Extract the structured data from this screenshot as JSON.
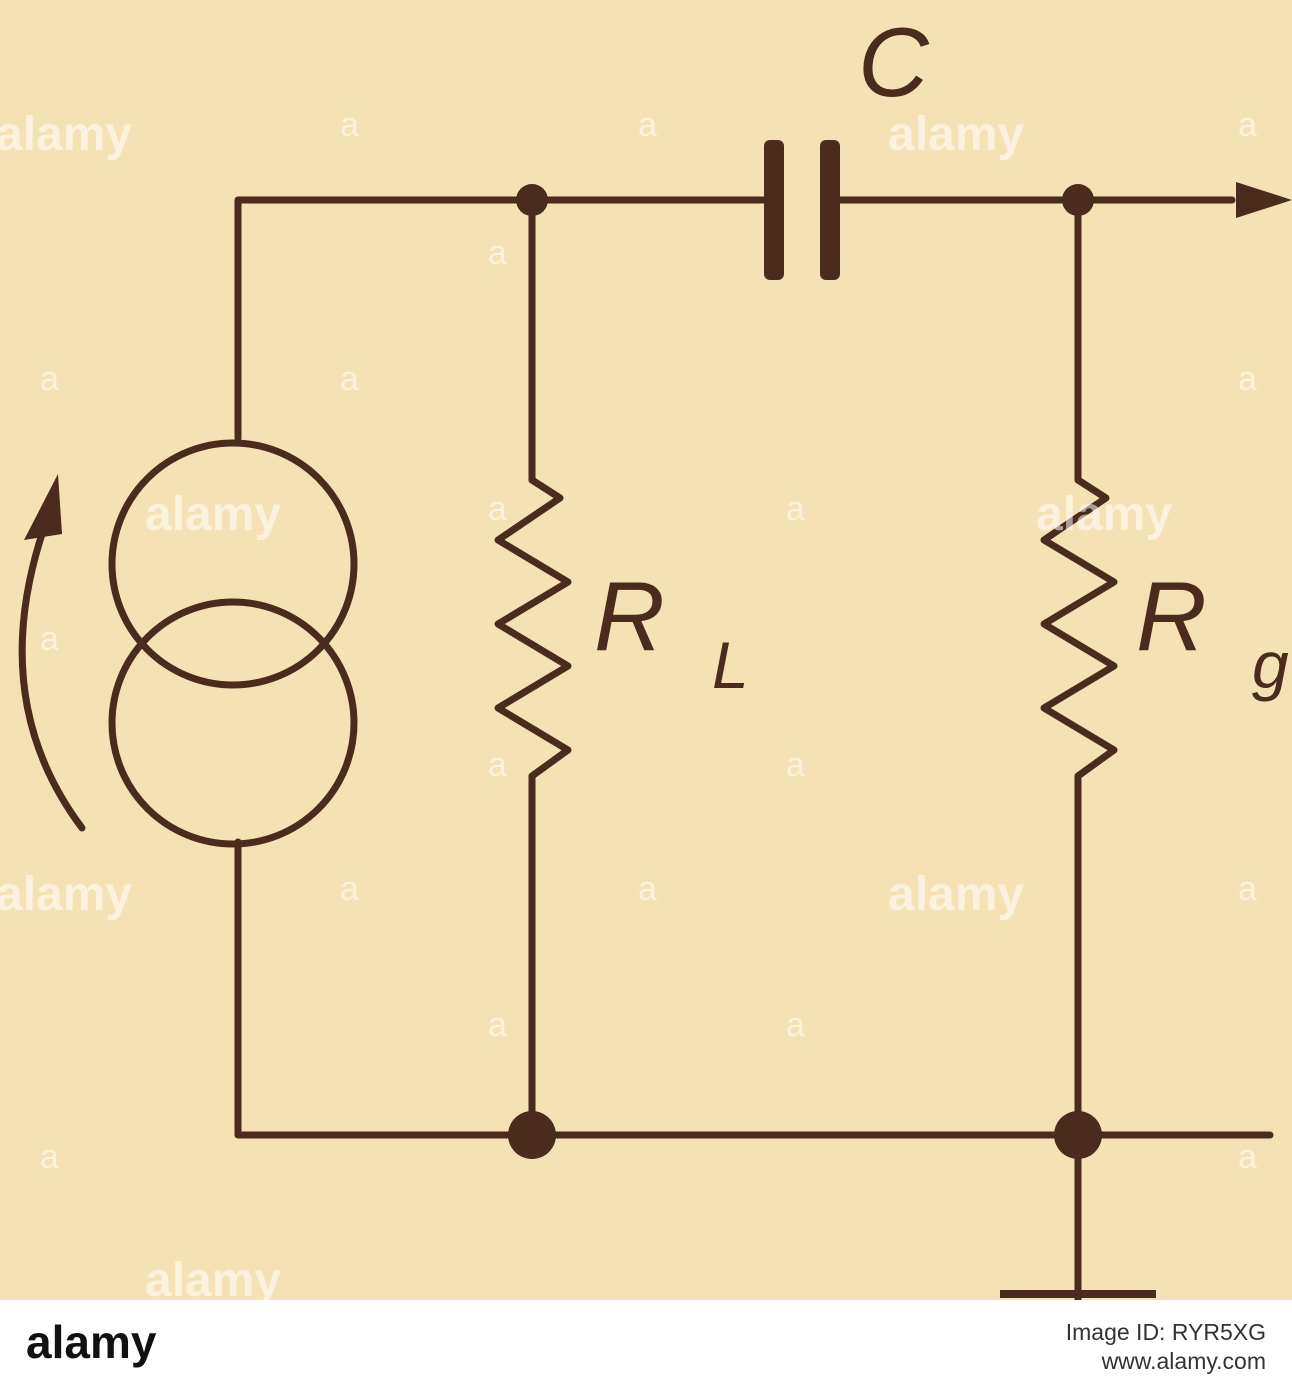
{
  "diagram": {
    "labels": {
      "capacitor": "C",
      "load_resistor_main": "R",
      "load_resistor_sub": "L",
      "grid_resistor_main": "R",
      "grid_resistor_sub": "g"
    },
    "colors": {
      "background": "#f4e2b4",
      "ink": "#4a2b1c"
    }
  },
  "watermark": {
    "word": "alamy",
    "glyph": "a"
  },
  "footer": {
    "logo_text": "alamy",
    "image_id": "Image ID: RYR5XG",
    "site": "www.alamy.com"
  }
}
